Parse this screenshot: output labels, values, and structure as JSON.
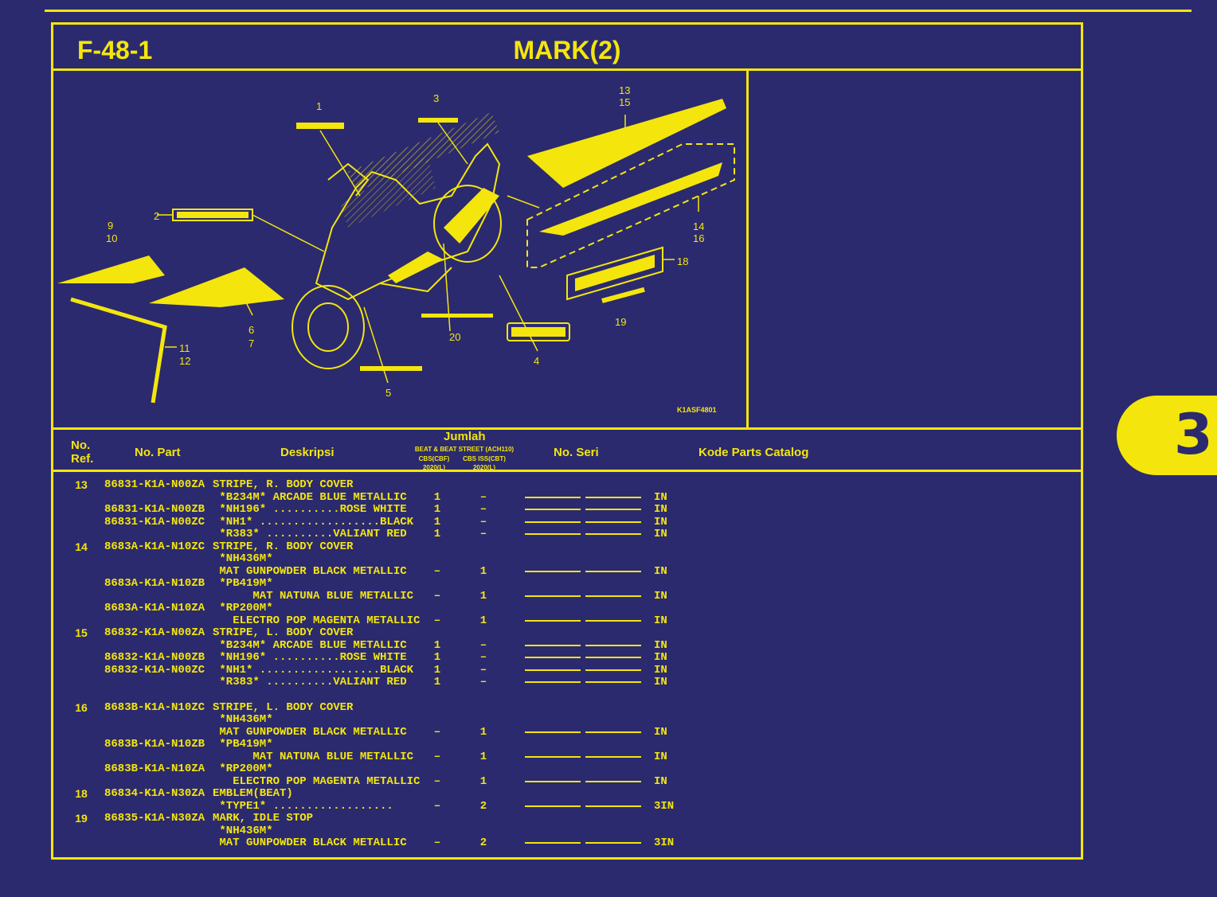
{
  "figure": {
    "code": "F-48-1",
    "title": "MARK(2)",
    "diagram_code": "K1ASF4801"
  },
  "callouts": [
    "1",
    "2",
    "3",
    "4",
    "5",
    "6",
    "7",
    "9",
    "10",
    "11",
    "12",
    "13",
    "15",
    "14",
    "16",
    "18",
    "19",
    "20"
  ],
  "header": {
    "ref": "No.\nRef.",
    "ref_line1": "No.",
    "ref_line2": "Ref.",
    "part": "No. Part",
    "desc": "Deskripsi",
    "qty": "Jumlah",
    "qty_sub1_l1": "BEAT & BEAT STREET (ACH110)",
    "qty_sub1_l2": "CBS(CBF)",
    "qty_sub1_l3": "2020(L)",
    "qty_sub2_l2": "CBS ISS(CBT)",
    "qty_sub2_l3": "2020(L)",
    "serial": "No. Seri",
    "catalog": "Kode Parts Catalog"
  },
  "rows": [
    {
      "ref": "13",
      "part": "86831-K1A-N00ZA",
      "desc": "STRIPE, R. BODY COVER",
      "q1": "",
      "q2": "",
      "dash": false,
      "cat": ""
    },
    {
      "ref": "",
      "part": "",
      "desc": " *B234M* ARCADE BLUE METALLIC",
      "q1": "1",
      "q2": "–",
      "dash": true,
      "cat": "IN"
    },
    {
      "ref": "",
      "part": "86831-K1A-N00ZB",
      "desc": " *NH196* ..........ROSE WHITE",
      "q1": "1",
      "q2": "–",
      "dash": true,
      "cat": "IN"
    },
    {
      "ref": "",
      "part": "86831-K1A-N00ZC",
      "desc": " *NH1* ..................BLACK",
      "q1": "1",
      "q2": "–",
      "dash": true,
      "cat": "IN"
    },
    {
      "ref": "",
      "part": "",
      "desc": " *R383* ..........VALIANT RED",
      "q1": "1",
      "q2": "–",
      "dash": true,
      "cat": "IN"
    },
    {
      "ref": "14",
      "part": "8683A-K1A-N10ZC",
      "desc": "STRIPE, R. BODY COVER",
      "q1": "",
      "q2": "",
      "dash": false,
      "cat": ""
    },
    {
      "ref": "",
      "part": "",
      "desc": " *NH436M*",
      "q1": "",
      "q2": "",
      "dash": false,
      "cat": ""
    },
    {
      "ref": "",
      "part": "",
      "desc": " MAT GUNPOWDER BLACK METALLIC",
      "q1": "–",
      "q2": "1",
      "dash": true,
      "cat": "IN"
    },
    {
      "ref": "",
      "part": "8683A-K1A-N10ZB",
      "desc": " *PB419M*",
      "q1": "",
      "q2": "",
      "dash": false,
      "cat": ""
    },
    {
      "ref": "",
      "part": "",
      "desc": "      MAT NATUNA BLUE METALLIC",
      "q1": "–",
      "q2": "1",
      "dash": true,
      "cat": "IN"
    },
    {
      "ref": "",
      "part": "8683A-K1A-N10ZA",
      "desc": " *RP200M*",
      "q1": "",
      "q2": "",
      "dash": false,
      "cat": ""
    },
    {
      "ref": "",
      "part": "",
      "desc": "   ELECTRO POP MAGENTA METALLIC",
      "q1": "–",
      "q2": "1",
      "dash": true,
      "cat": "IN"
    },
    {
      "ref": "15",
      "part": "86832-K1A-N00ZA",
      "desc": "STRIPE, L. BODY COVER",
      "q1": "",
      "q2": "",
      "dash": false,
      "cat": ""
    },
    {
      "ref": "",
      "part": "",
      "desc": " *B234M* ARCADE BLUE METALLIC",
      "q1": "1",
      "q2": "–",
      "dash": true,
      "cat": "IN"
    },
    {
      "ref": "",
      "part": "86832-K1A-N00ZB",
      "desc": " *NH196* ..........ROSE WHITE",
      "q1": "1",
      "q2": "–",
      "dash": true,
      "cat": "IN"
    },
    {
      "ref": "",
      "part": "86832-K1A-N00ZC",
      "desc": " *NH1* ..................BLACK",
      "q1": "1",
      "q2": "–",
      "dash": true,
      "cat": "IN"
    },
    {
      "ref": "",
      "part": "",
      "desc": " *R383* ..........VALIANT RED",
      "q1": "1",
      "q2": "–",
      "dash": true,
      "cat": "IN"
    },
    {
      "ref": "16",
      "part": "8683B-K1A-N10ZC",
      "desc": "STRIPE, L. BODY COVER",
      "q1": "",
      "q2": "",
      "dash": false,
      "cat": ""
    },
    {
      "ref": "",
      "part": "",
      "desc": " *NH436M*",
      "q1": "",
      "q2": "",
      "dash": false,
      "cat": ""
    },
    {
      "ref": "",
      "part": "",
      "desc": " MAT GUNPOWDER BLACK METALLIC",
      "q1": "–",
      "q2": "1",
      "dash": true,
      "cat": "IN"
    },
    {
      "ref": "",
      "part": "8683B-K1A-N10ZB",
      "desc": " *PB419M*",
      "q1": "",
      "q2": "",
      "dash": false,
      "cat": ""
    },
    {
      "ref": "",
      "part": "",
      "desc": "      MAT NATUNA BLUE METALLIC",
      "q1": "–",
      "q2": "1",
      "dash": true,
      "cat": "IN"
    },
    {
      "ref": "",
      "part": "8683B-K1A-N10ZA",
      "desc": " *RP200M*",
      "q1": "",
      "q2": "",
      "dash": false,
      "cat": ""
    },
    {
      "ref": "",
      "part": "",
      "desc": "   ELECTRO POP MAGENTA METALLIC",
      "q1": "–",
      "q2": "1",
      "dash": true,
      "cat": "IN"
    },
    {
      "ref": "18",
      "part": "86834-K1A-N30ZA",
      "desc": "EMBLEM(BEAT)",
      "q1": "",
      "q2": "",
      "dash": false,
      "cat": ""
    },
    {
      "ref": "",
      "part": "",
      "desc": " *TYPE1* ..................",
      "q1": "–",
      "q2": "2",
      "dash": true,
      "cat": "3IN"
    },
    {
      "ref": "19",
      "part": "86835-K1A-N30ZA",
      "desc": "MARK, IDLE STOP",
      "q1": "",
      "q2": "",
      "dash": false,
      "cat": ""
    },
    {
      "ref": "",
      "part": "",
      "desc": " *NH436M*",
      "q1": "",
      "q2": "",
      "dash": false,
      "cat": ""
    },
    {
      "ref": "",
      "part": "",
      "desc": " MAT GUNPOWDER BLACK METALLIC",
      "q1": "–",
      "q2": "2",
      "dash": true,
      "cat": "3IN"
    }
  ],
  "side_tab": {
    "label": "3"
  },
  "colors": {
    "background": "#2b2a6e",
    "accent": "#f4e60c"
  }
}
